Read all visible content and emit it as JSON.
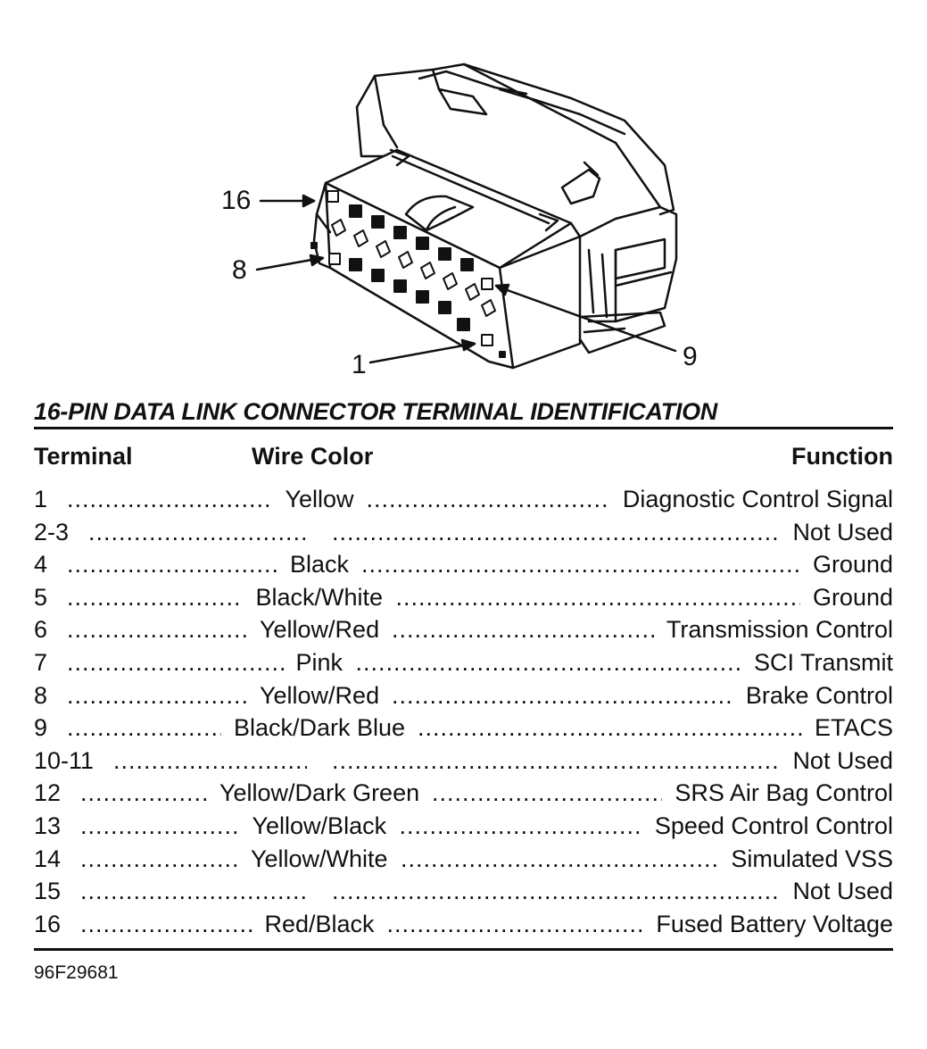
{
  "callouts": {
    "pin16": "16",
    "pin8": "8",
    "pin9": "9",
    "pin1": "1"
  },
  "title": "16-PIN DATA LINK CONNECTOR TERMINAL IDENTIFICATION",
  "headers": {
    "terminal": "Terminal",
    "wire_color": "Wire Color",
    "function": "Function"
  },
  "rows": [
    {
      "terminal": "1",
      "color": "Yellow",
      "function": "Diagnostic Control Signal"
    },
    {
      "terminal": "2-3",
      "color": "",
      "function": "Not Used"
    },
    {
      "terminal": "4",
      "color": "Black",
      "function": "Ground"
    },
    {
      "terminal": "5",
      "color": "Black/White",
      "function": "Ground"
    },
    {
      "terminal": "6",
      "color": "Yellow/Red",
      "function": "Transmission Control"
    },
    {
      "terminal": "7",
      "color": "Pink",
      "function": "SCI Transmit"
    },
    {
      "terminal": "8",
      "color": "Yellow/Red",
      "function": "Brake Control"
    },
    {
      "terminal": "9",
      "color": "Black/Dark Blue",
      "function": "ETACS"
    },
    {
      "terminal": "10-11",
      "color": "",
      "function": "Not Used"
    },
    {
      "terminal": "12",
      "color": "Yellow/Dark Green",
      "function": "SRS Air Bag Control"
    },
    {
      "terminal": "13",
      "color": "Yellow/Black",
      "function": "Speed Control Control"
    },
    {
      "terminal": "14",
      "color": "Yellow/White",
      "function": "Simulated VSS"
    },
    {
      "terminal": "15",
      "color": "",
      "function": "Not Used"
    },
    {
      "terminal": "16",
      "color": "Red/Black",
      "function": "Fused Battery Voltage"
    }
  ],
  "figure_code": "96F29681"
}
